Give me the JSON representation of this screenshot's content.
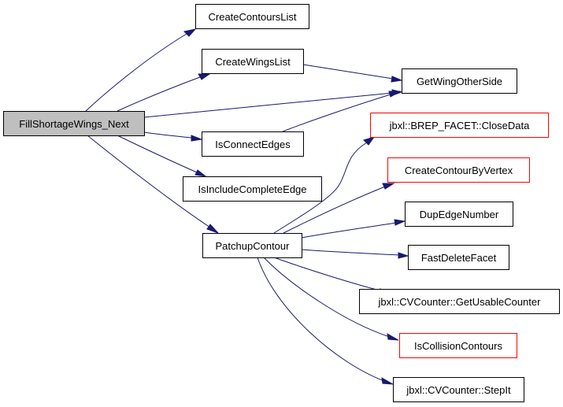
{
  "graph": {
    "root": "FillShortageWings_Next",
    "colors": {
      "edge": "#191970",
      "root_fill": "#bfbfbf",
      "node_fill": "#ffffff",
      "node_border": "#000000",
      "truncated_border": "#ff0000"
    },
    "nodes": [
      {
        "id": "FillShortageWings_Next",
        "label": "FillShortageWings_Next",
        "style": "root"
      },
      {
        "id": "CreateContoursList",
        "label": "CreateContoursList",
        "style": "normal"
      },
      {
        "id": "CreateWingsList",
        "label": "CreateWingsList",
        "style": "normal"
      },
      {
        "id": "GetWingOtherSide",
        "label": "GetWingOtherSide",
        "style": "normal"
      },
      {
        "id": "IsConnectEdges",
        "label": "IsConnectEdges",
        "style": "normal"
      },
      {
        "id": "IsIncludeCompleteEdge",
        "label": "IsIncludeCompleteEdge",
        "style": "normal"
      },
      {
        "id": "PatchupContour",
        "label": "PatchupContour",
        "style": "normal"
      },
      {
        "id": "CloseData",
        "label": "jbxl::BREP_FACET::CloseData",
        "style": "truncated"
      },
      {
        "id": "CreateContourByVertex",
        "label": "CreateContourByVertex",
        "style": "truncated"
      },
      {
        "id": "DupEdgeNumber",
        "label": "DupEdgeNumber",
        "style": "normal"
      },
      {
        "id": "FastDeleteFacet",
        "label": "FastDeleteFacet",
        "style": "normal"
      },
      {
        "id": "GetUsableCounter",
        "label": "jbxl::CVCounter::GetUsableCounter",
        "style": "normal"
      },
      {
        "id": "IsCollisionContours",
        "label": "IsCollisionContours",
        "style": "truncated"
      },
      {
        "id": "StepIt",
        "label": "jbxl::CVCounter::StepIt",
        "style": "normal"
      }
    ],
    "edges": [
      {
        "from": "FillShortageWings_Next",
        "to": "CreateContoursList"
      },
      {
        "from": "FillShortageWings_Next",
        "to": "CreateWingsList"
      },
      {
        "from": "FillShortageWings_Next",
        "to": "GetWingOtherSide"
      },
      {
        "from": "FillShortageWings_Next",
        "to": "IsConnectEdges"
      },
      {
        "from": "FillShortageWings_Next",
        "to": "IsIncludeCompleteEdge"
      },
      {
        "from": "FillShortageWings_Next",
        "to": "PatchupContour"
      },
      {
        "from": "CreateWingsList",
        "to": "GetWingOtherSide"
      },
      {
        "from": "IsConnectEdges",
        "to": "GetWingOtherSide"
      },
      {
        "from": "PatchupContour",
        "to": "CloseData"
      },
      {
        "from": "PatchupContour",
        "to": "CreateContourByVertex"
      },
      {
        "from": "PatchupContour",
        "to": "DupEdgeNumber"
      },
      {
        "from": "PatchupContour",
        "to": "FastDeleteFacet"
      },
      {
        "from": "PatchupContour",
        "to": "GetUsableCounter"
      },
      {
        "from": "PatchupContour",
        "to": "IsCollisionContours"
      },
      {
        "from": "PatchupContour",
        "to": "StepIt"
      }
    ]
  }
}
